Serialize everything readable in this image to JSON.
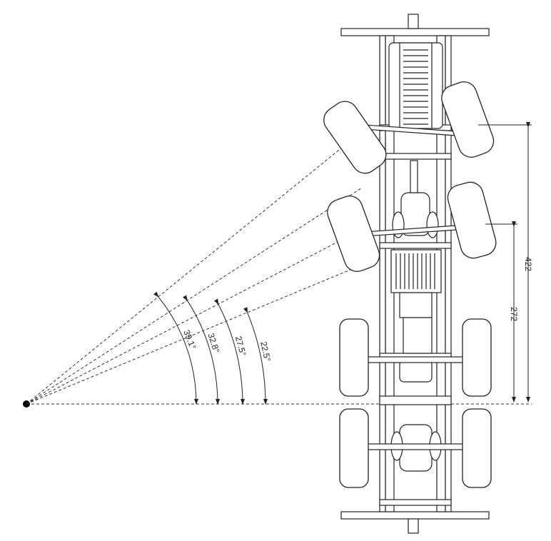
{
  "angles": [
    {
      "label": "39.1°",
      "value": 39.1
    },
    {
      "label": "32.8°",
      "value": 32.8
    },
    {
      "label": "27.5°",
      "value": 27.5
    },
    {
      "label": "22.5°",
      "value": 22.5
    }
  ],
  "dimensions": {
    "outer_wheelbase": "422",
    "inner_wheelbase": "272"
  },
  "colors": {
    "line": "#222222",
    "fill": "#ffffff"
  }
}
